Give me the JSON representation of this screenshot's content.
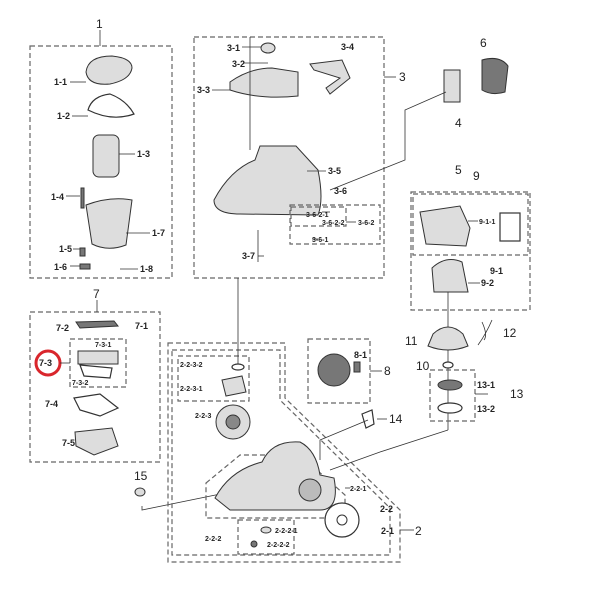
{
  "diagram": {
    "highlight_color": "#d9262c",
    "groups": {
      "g1": {
        "label": "1",
        "parts": [
          "1-1",
          "1-2",
          "1-3",
          "1-4",
          "1-5",
          "1-6",
          "1-7",
          "1-8"
        ]
      },
      "g3": {
        "label": "3",
        "parts": [
          "3-1",
          "3-2",
          "3-3",
          "3-4",
          "3-5",
          "3-6",
          "3-6-2-1",
          "3-6-2-2",
          "3-6-2",
          "3-6-1",
          "3-7"
        ]
      },
      "g7": {
        "label": "7",
        "parts": [
          "7-1",
          "7-2",
          "7-3-1",
          "7-3",
          "7-3-2",
          "7-4",
          "7-5"
        ]
      },
      "g9": {
        "label": "9",
        "parts": [
          "9-1-1",
          "9-1",
          "9-2"
        ]
      },
      "g13": {
        "label": "13",
        "parts": [
          "13-1",
          "13-2"
        ]
      },
      "g2": {
        "label": "2",
        "parts": [
          "2-2-3-2",
          "2-2-3-1",
          "2-2-3",
          "2-2-1",
          "2-2",
          "2-1",
          "2-2-2",
          "2-2-2-1",
          "2-2-2-2"
        ]
      },
      "g8": {
        "label": "8",
        "parts": [
          "8-1"
        ]
      }
    },
    "singles": {
      "p4": "4",
      "p5": "5",
      "p6": "6",
      "p10": "10",
      "p11": "11",
      "p12": "12",
      "p14": "14",
      "p15": "15"
    }
  }
}
